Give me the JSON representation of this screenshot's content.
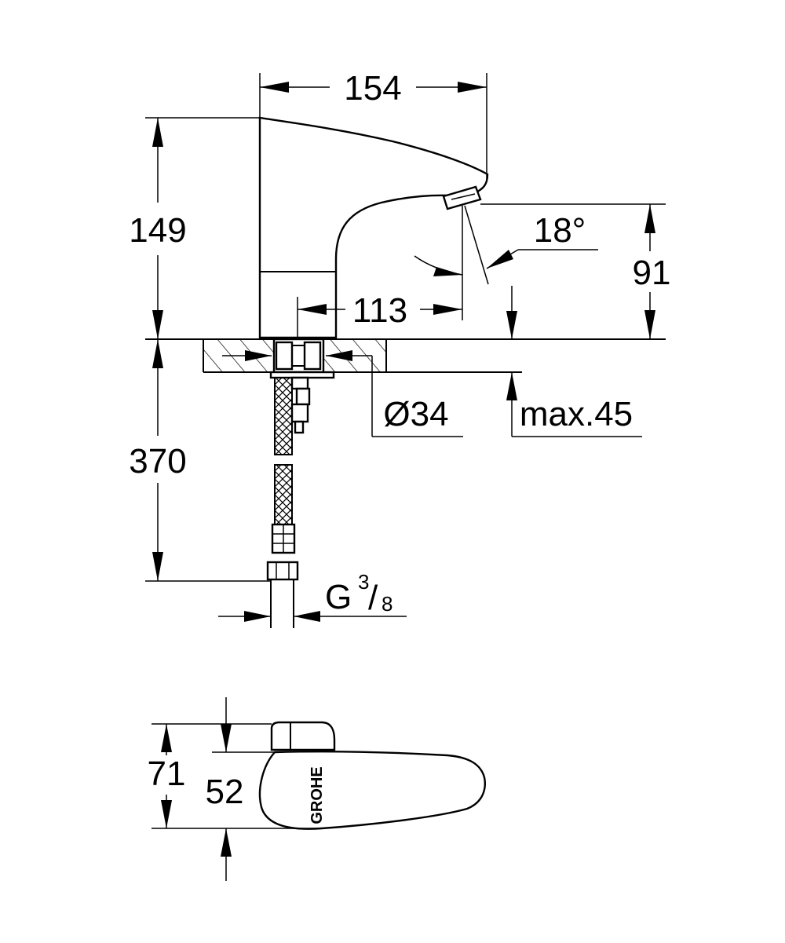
{
  "dimensions": {
    "width_total": "154",
    "height_total": "149",
    "spout_height": "91",
    "spray_angle": "18°",
    "spout_reach": "113",
    "hole_diameter": "Ø34",
    "max_thickness": "max.45",
    "hose_length": "370",
    "thread_prefix": "G",
    "thread_num": "3",
    "thread_den": "8",
    "top_view_depth": "71",
    "top_view_body": "52"
  },
  "logo_text": "GROHE"
}
